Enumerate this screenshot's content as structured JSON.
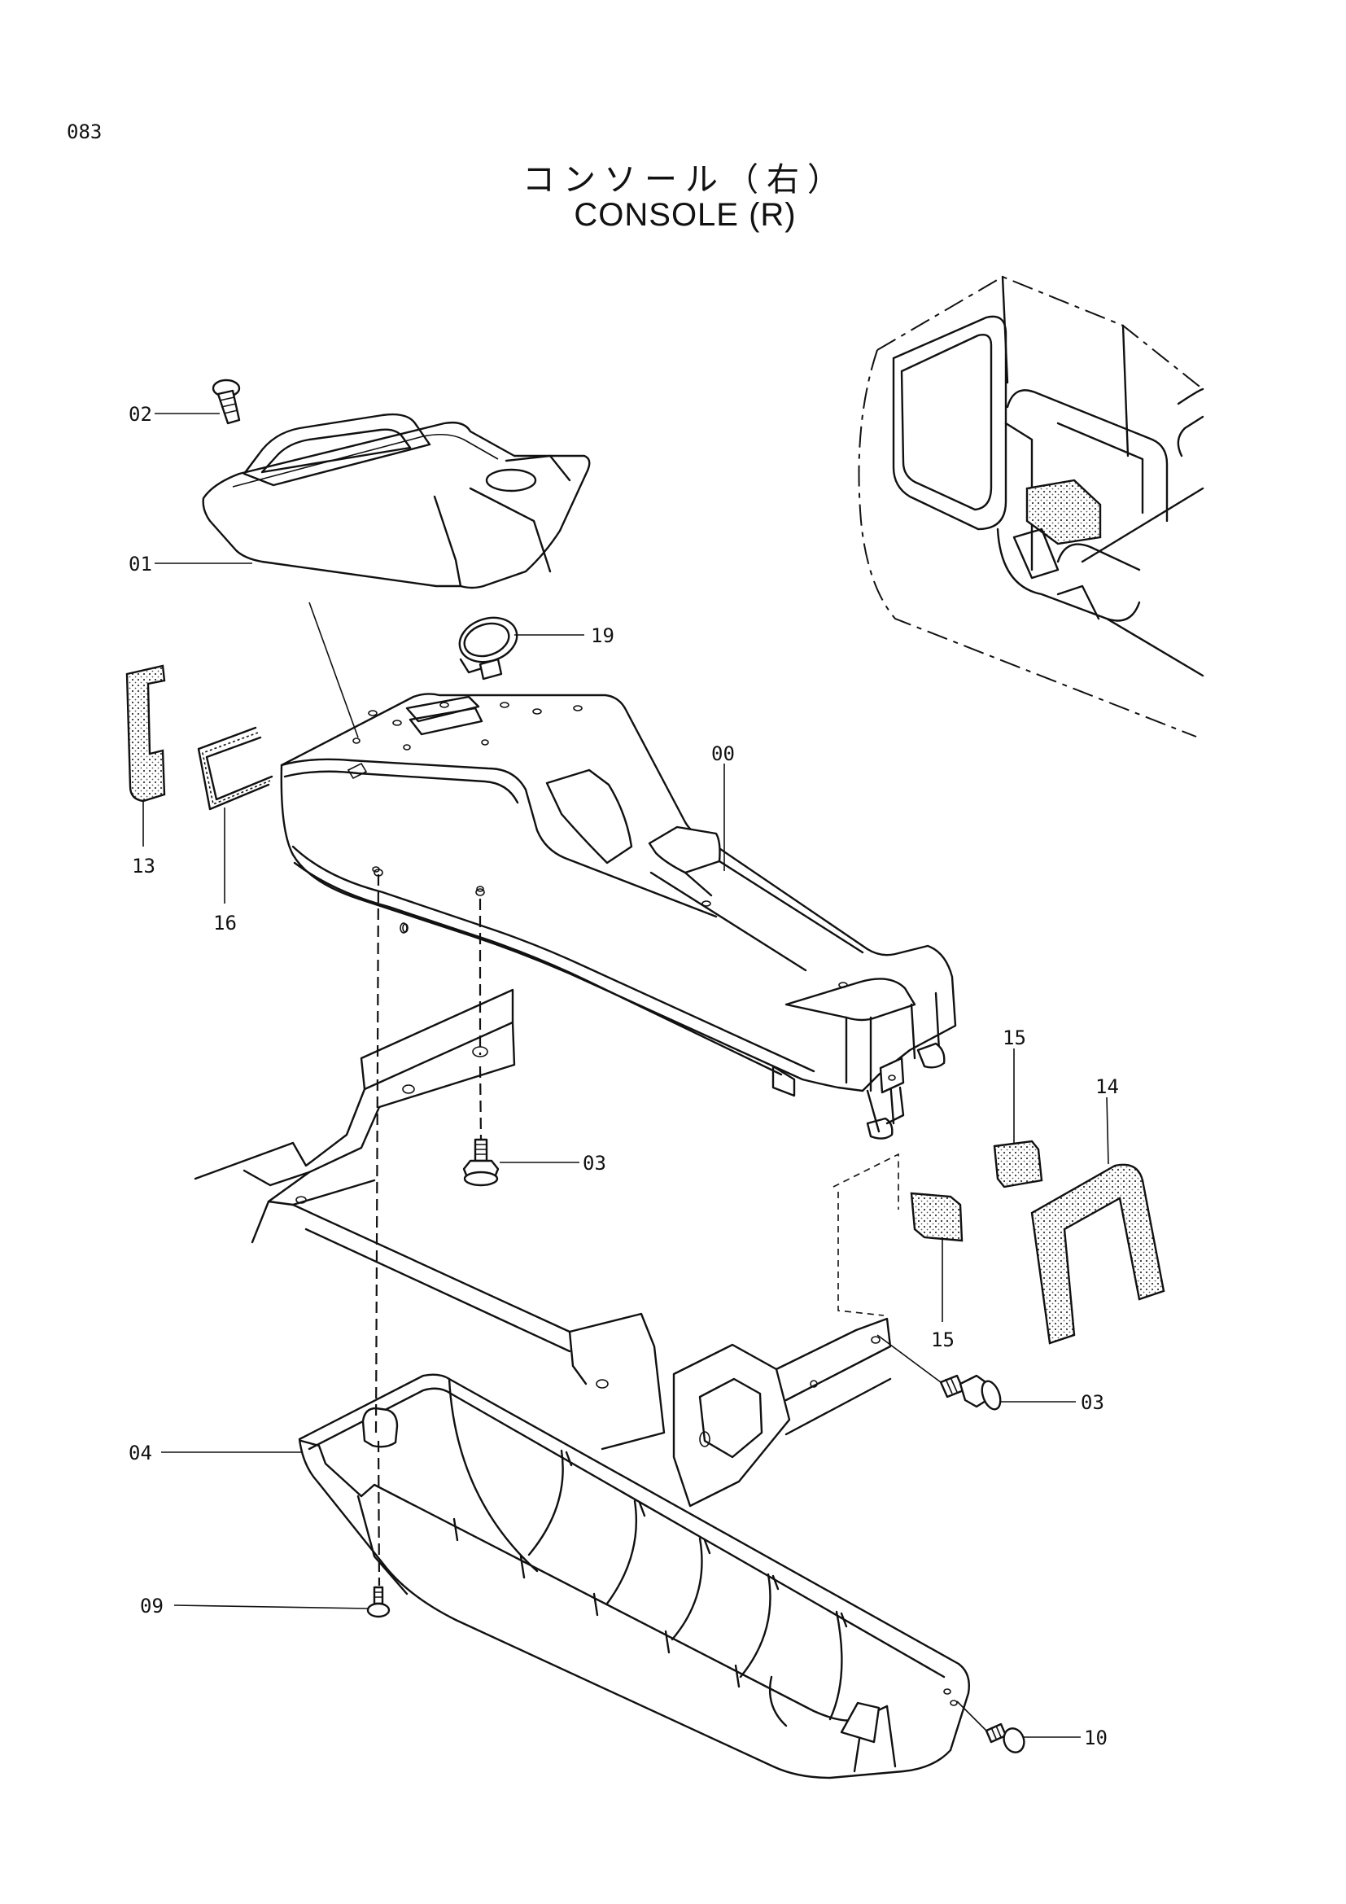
{
  "page": {
    "number": "083",
    "title_jp": "コンソール（右）",
    "title_en": "CONSOLE (R)"
  },
  "callouts": {
    "c00": "00",
    "c01": "01",
    "c02": "02",
    "c03a": "03",
    "c03b": "03",
    "c04": "04",
    "c09": "09",
    "c10": "10",
    "c13": "13",
    "c14": "14",
    "c15a": "15",
    "c15b": "15",
    "c16": "16",
    "c19": "19"
  }
}
